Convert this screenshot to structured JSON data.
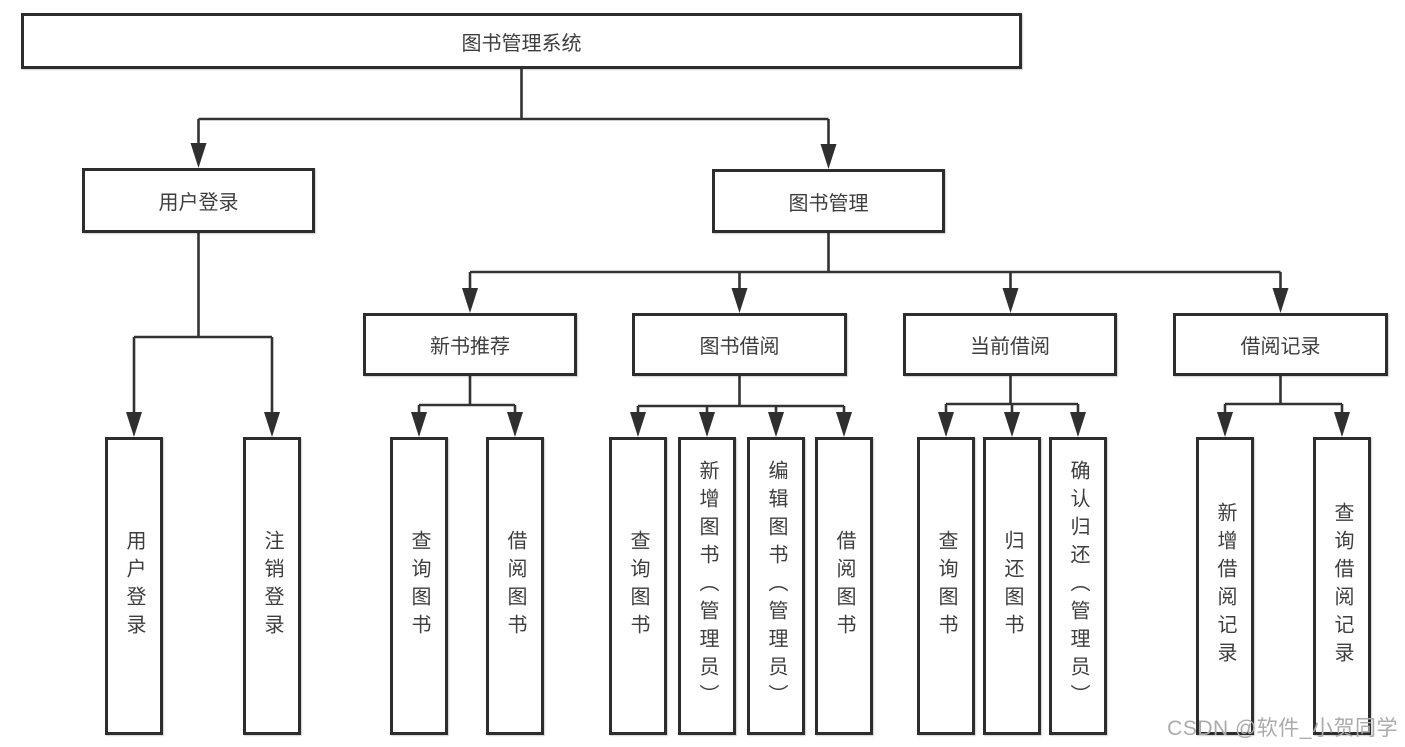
{
  "tree": {
    "root": {
      "label": "图书管理系统"
    },
    "user_login": {
      "label": "用户登录",
      "children": [
        {
          "label": "用户登录"
        },
        {
          "label": "注销登录"
        }
      ]
    },
    "book_management": {
      "label": "图书管理",
      "sections": [
        {
          "label": "新书推荐",
          "children": [
            {
              "label": "查询图书"
            },
            {
              "label": "借阅图书"
            }
          ]
        },
        {
          "label": "图书借阅",
          "children": [
            {
              "label": "查询图书"
            },
            {
              "label": "新增图书（管理员）"
            },
            {
              "label": "编辑图书（管理员）"
            },
            {
              "label": "借阅图书"
            }
          ]
        },
        {
          "label": "当前借阅",
          "children": [
            {
              "label": "查询图书"
            },
            {
              "label": "归还图书"
            },
            {
              "label": "确认归还（管理员）"
            }
          ]
        },
        {
          "label": "借阅记录",
          "children": [
            {
              "label": "新增借阅记录"
            },
            {
              "label": "查询借阅记录"
            }
          ]
        }
      ]
    }
  },
  "watermark": {
    "text": "CSDN @软件_小贺同学",
    "color": "#ababab"
  },
  "colors": {
    "line": "#333333",
    "arrow": "#2f2f2f",
    "box_border": "#2d2d2d",
    "box_background": "#ffffff",
    "text": "#3e3e3e"
  }
}
